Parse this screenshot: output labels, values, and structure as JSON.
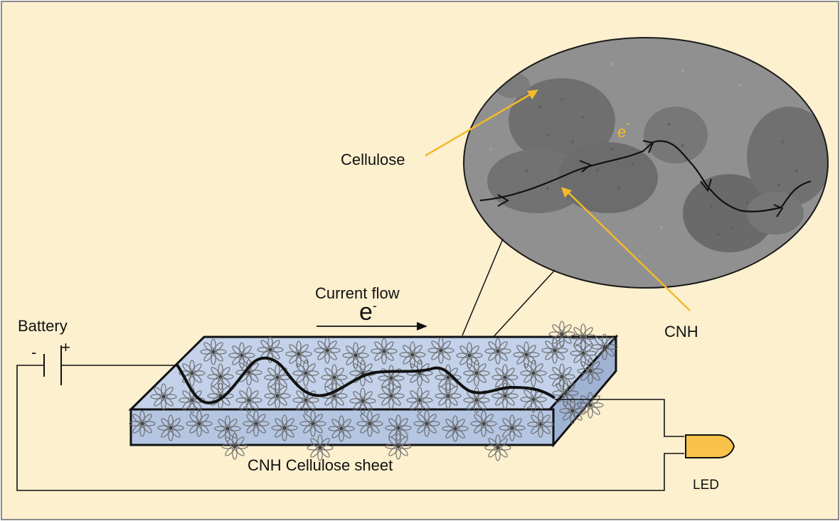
{
  "colors": {
    "background": "#fdf0cf",
    "border": "#8a8a8a",
    "sheet_face": "#c3d2ea",
    "sheet_side": "#9fb3d4",
    "flower": "#6e6e6e",
    "micrograph": "#8c8c8c",
    "pointer": "#f3b92b",
    "led": "#f9c34a"
  },
  "labels": {
    "battery": "Battery",
    "battery_minus": "-",
    "battery_plus": "+",
    "current_flow": "Current flow",
    "electron": "e",
    "electron_sup": "-",
    "sheet": "CNH Cellulose sheet",
    "led": "LED",
    "cellulose": "Cellulose",
    "cnh": "CNH",
    "micro_electron": "e",
    "micro_electron_sup": "-"
  }
}
